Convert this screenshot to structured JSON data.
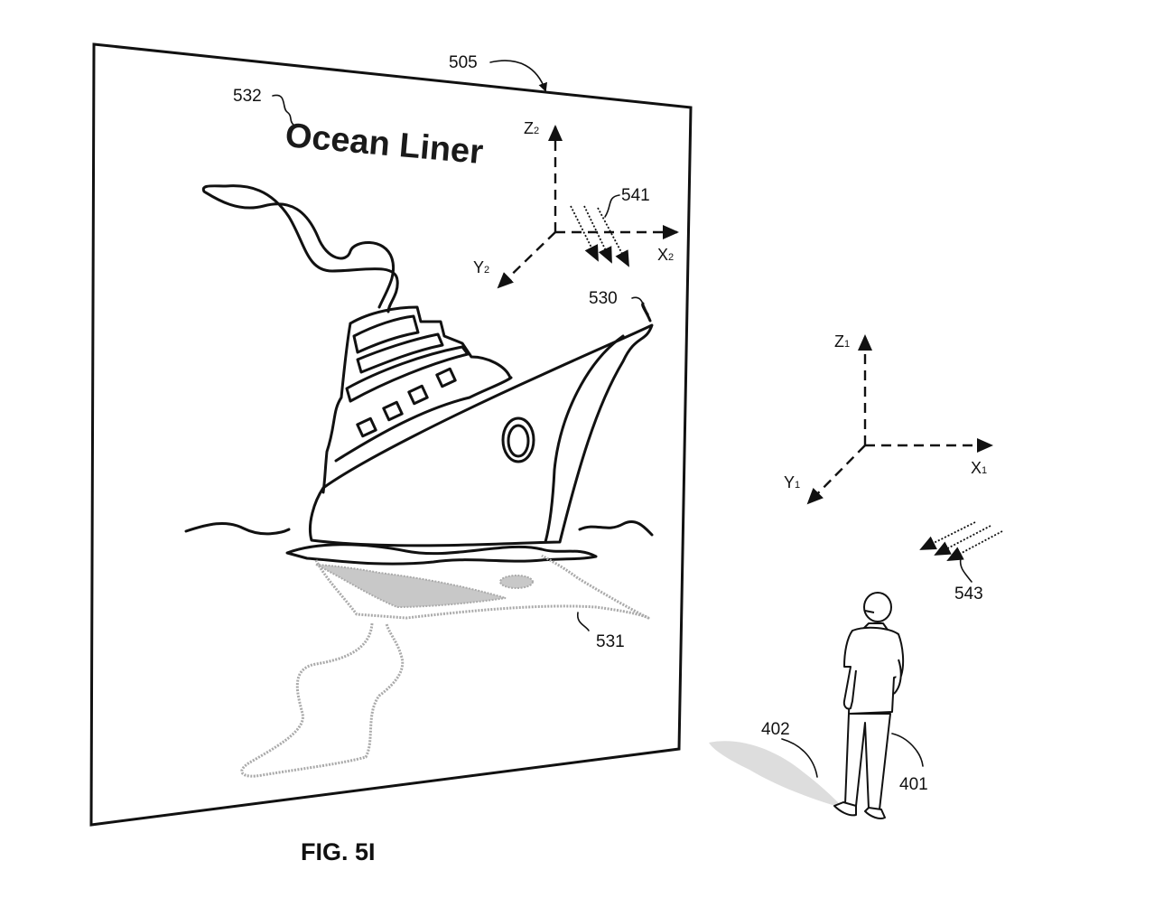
{
  "figure": {
    "caption": "FIG. 5I",
    "poster_title": "Ocean Liner"
  },
  "reference_numerals": {
    "display_surface": "505",
    "title_text": "532",
    "virtual_object": "530",
    "reflection": "531",
    "virtual_light": "541",
    "real_light": "543",
    "user": "401",
    "user_shadow": "402"
  },
  "coordinate_systems": [
    {
      "id": "virtual",
      "x_label": "X",
      "y_label": "Y",
      "z_label": "Z",
      "subscript": "2"
    },
    {
      "id": "real",
      "x_label": "X",
      "y_label": "Y",
      "z_label": "Z",
      "subscript": "1"
    }
  ],
  "colors": {
    "ink": "#111111",
    "reflection": "#aaaaaa",
    "background": "#ffffff"
  }
}
